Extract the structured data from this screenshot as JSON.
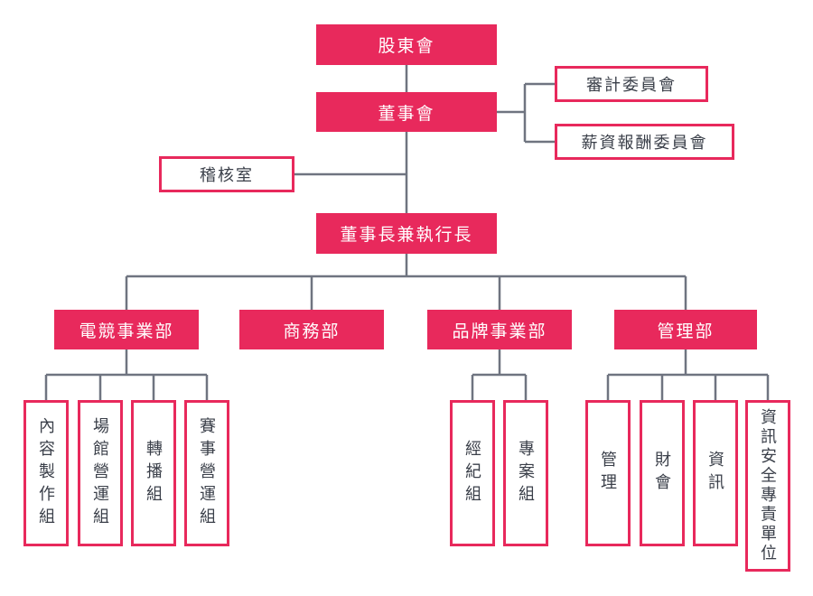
{
  "colors": {
    "accent_pink": "#E8295C",
    "connector_gray": "#6F7480",
    "text_dark": "#3A3F49",
    "text_on_accent": "#FFFFFF",
    "background": "#FFFFFF"
  },
  "org_chart": {
    "type": "org-chart",
    "nodes": {
      "shareholders": {
        "label": "股東會",
        "style": "filled"
      },
      "board": {
        "label": "董事會",
        "style": "filled"
      },
      "audit_committee": {
        "label": "審計委員會",
        "style": "outlined"
      },
      "compensation_committee": {
        "label": "薪資報酬委員會",
        "style": "outlined"
      },
      "audit_office": {
        "label": "稽核室",
        "style": "outlined"
      },
      "ceo": {
        "label": "董事長兼執行長",
        "style": "filled"
      },
      "esports_division": {
        "label": "電競事業部",
        "style": "filled"
      },
      "commerce_division": {
        "label": "商務部",
        "style": "filled"
      },
      "brand_division": {
        "label": "品牌事業部",
        "style": "filled"
      },
      "admin_division": {
        "label": "管理部",
        "style": "filled"
      },
      "content_production_team": {
        "label": "內容製作組",
        "style": "outlined-vertical"
      },
      "venue_operations_team": {
        "label": "場館營運組",
        "style": "outlined-vertical"
      },
      "broadcast_team": {
        "label": "轉播組",
        "style": "outlined-vertical"
      },
      "event_operations_team": {
        "label": "賽事營運組",
        "style": "outlined-vertical"
      },
      "agency_team": {
        "label": "經紀組",
        "style": "outlined-vertical"
      },
      "project_team": {
        "label": "專案組",
        "style": "outlined-vertical"
      },
      "management_team": {
        "label": "管理",
        "style": "outlined-vertical"
      },
      "finance_accounting_team": {
        "label": "財會",
        "style": "outlined-vertical"
      },
      "information_team": {
        "label": "資訊",
        "style": "outlined-vertical"
      },
      "infosec_unit": {
        "label": "資訊安全專責單位",
        "style": "outlined-vertical"
      }
    },
    "hierarchy": {
      "shareholders": [
        "board"
      ],
      "board": [
        "audit_committee",
        "compensation_committee",
        "ceo"
      ],
      "ceo_staff": [
        "audit_office"
      ],
      "ceo": [
        "esports_division",
        "commerce_division",
        "brand_division",
        "admin_division"
      ],
      "esports_division": [
        "content_production_team",
        "venue_operations_team",
        "broadcast_team",
        "event_operations_team"
      ],
      "brand_division": [
        "agency_team",
        "project_team"
      ],
      "admin_division": [
        "management_team",
        "finance_accounting_team",
        "information_team",
        "infosec_unit"
      ]
    }
  }
}
